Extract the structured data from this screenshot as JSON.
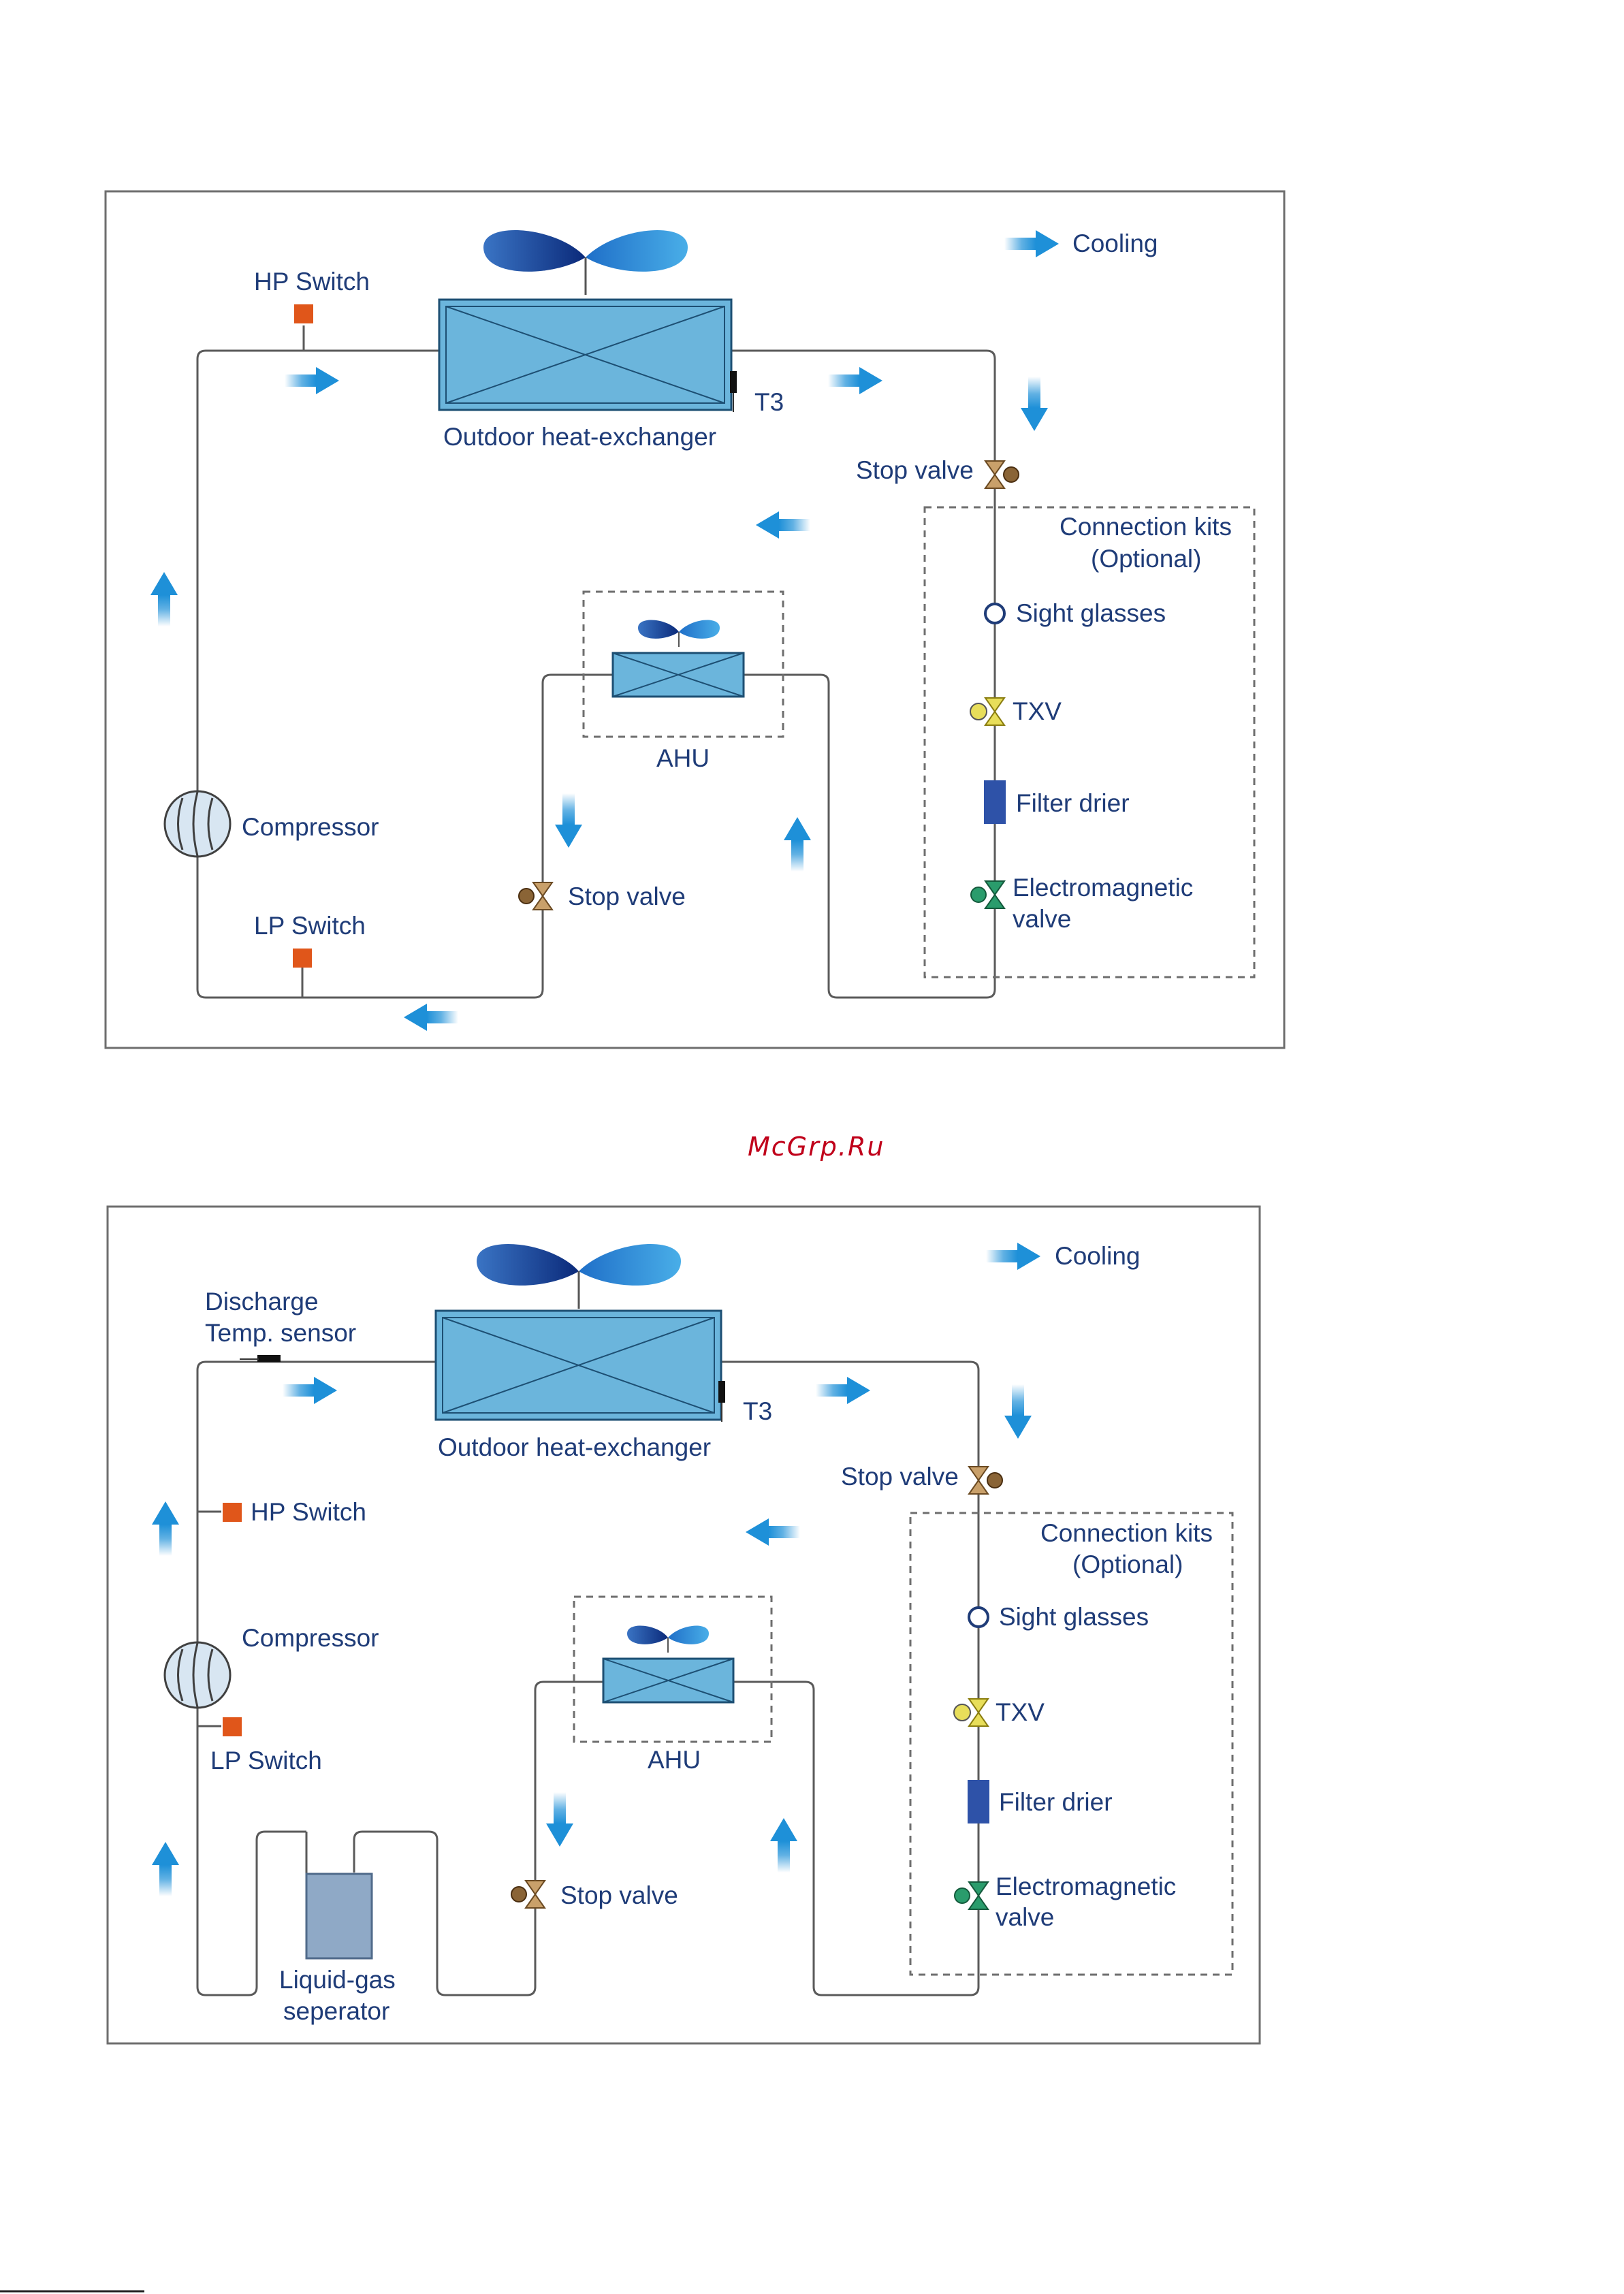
{
  "watermark": "McGrp.Ru",
  "colors": {
    "pipe": "#5a5a5a",
    "label": "#1f3c78",
    "arrow": "#1e90d8",
    "switch": "#e0561a",
    "heat_exchanger": "#6bb5dc",
    "filter_drier": "#2e52a8",
    "txv": "#e8de5a",
    "stop_valve": "#b08a55",
    "electromagnetic_valve": "#2a9c6c",
    "separator": "#8fa9c6",
    "watermark": "#c0001a"
  },
  "diagram1": {
    "legend": "Cooling",
    "hp_switch": "HP Switch",
    "outdoor_hx": "Outdoor heat-exchanger",
    "t3": "T3",
    "stop_valve_top": "Stop valve",
    "conn_kits_line1": "Connection kits",
    "conn_kits_line2": "(Optional)",
    "sight_glasses": "Sight glasses",
    "txv": "TXV",
    "filter_drier": "Filter drier",
    "em_valve_line1": "Electromagnetic",
    "em_valve_line2": "valve",
    "ahu": "AHU",
    "compressor": "Compressor",
    "stop_valve_bottom": "Stop valve",
    "lp_switch": "LP Switch"
  },
  "diagram2": {
    "legend": "Cooling",
    "discharge_line1": "Discharge",
    "discharge_line2": "Temp. sensor",
    "outdoor_hx": "Outdoor heat-exchanger",
    "t3": "T3",
    "stop_valve_top": "Stop valve",
    "hp_switch": "HP Switch",
    "compressor": "Compressor",
    "lp_switch": "LP Switch",
    "conn_kits_line1": "Connection kits",
    "conn_kits_line2": "(Optional)",
    "sight_glasses": "Sight glasses",
    "txv": "TXV",
    "filter_drier": "Filter drier",
    "em_valve_line1": "Electromagnetic",
    "em_valve_line2": "valve",
    "ahu": "AHU",
    "stop_valve_bottom": "Stop valve",
    "separator_line1": "Liquid-gas",
    "separator_line2": "seperator"
  }
}
